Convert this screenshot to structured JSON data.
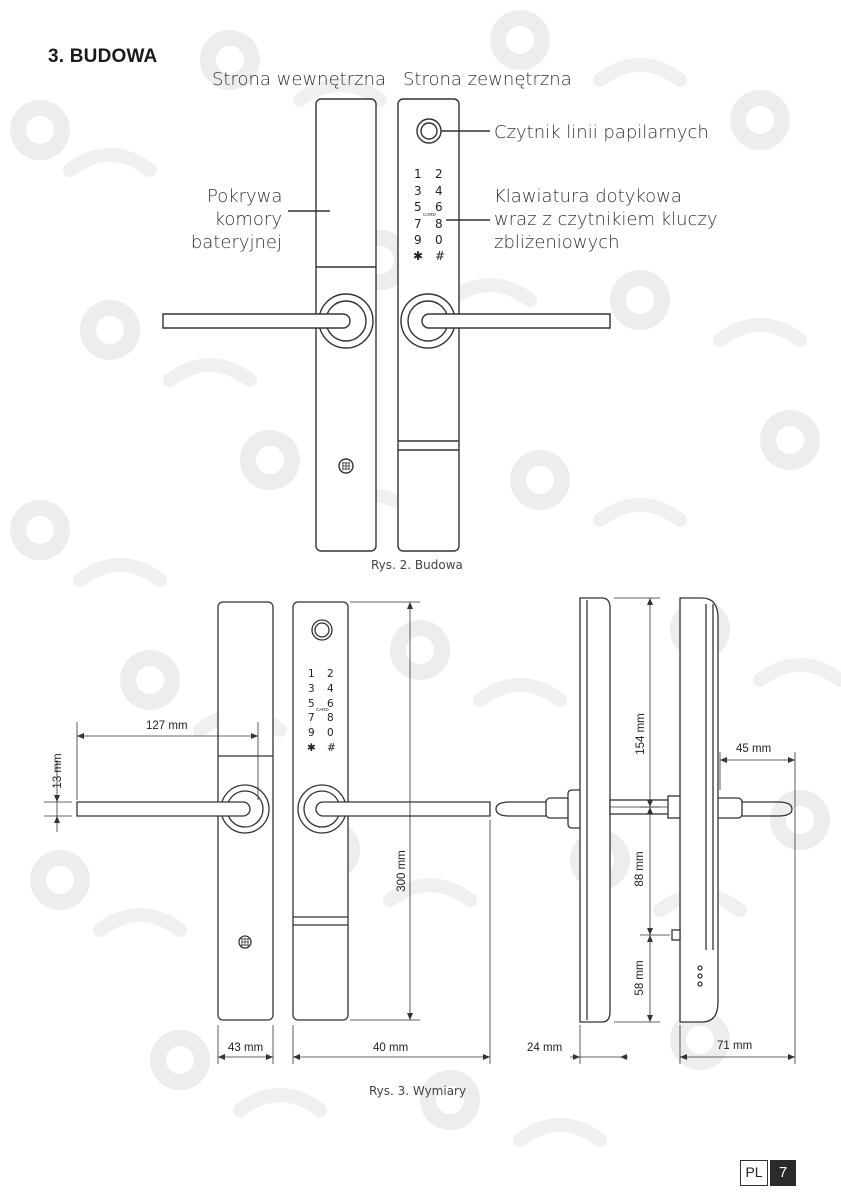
{
  "section_heading": "3. BUDOWA",
  "labels": {
    "inner_side": "Strona wewnętrzna",
    "outer_side": "Strona zewnętrzna",
    "fingerprint_reader": "Czytnik linii papilarnych",
    "battery_cover_line1": "Pokrywa",
    "battery_cover_line2": "komory bateryjnej",
    "keypad_line1": "Klawiatura dotykowa",
    "keypad_line2": "wraz z czytnikiem kluczy",
    "keypad_line3": "zbliżeniowych"
  },
  "keypad_keys": [
    "1",
    "2",
    "3",
    "4",
    "5",
    "6",
    "7",
    "8",
    "9",
    "0",
    "✱",
    "#"
  ],
  "card_label": "CARD",
  "captions": {
    "fig2": "Rys. 2. Budowa",
    "fig3": "Rys. 3. Wymiary"
  },
  "dimensions": {
    "handle_length": "127 mm",
    "handle_thickness": "13 mm",
    "inner_width": "43 mm",
    "outer_width": "40 mm",
    "height": "300 mm",
    "top_to_handle": "154 mm",
    "handle_to_cylinder": "88 mm",
    "cylinder_to_bottom": "58 mm",
    "handle_depth": "45 mm",
    "body_depth": "24 mm",
    "total_depth": "71 mm"
  },
  "footer": {
    "language": "PL",
    "page_number": "7"
  },
  "colors": {
    "line": "#333333",
    "watermark": "#ececec",
    "page_badge": "#2a2a2a"
  }
}
